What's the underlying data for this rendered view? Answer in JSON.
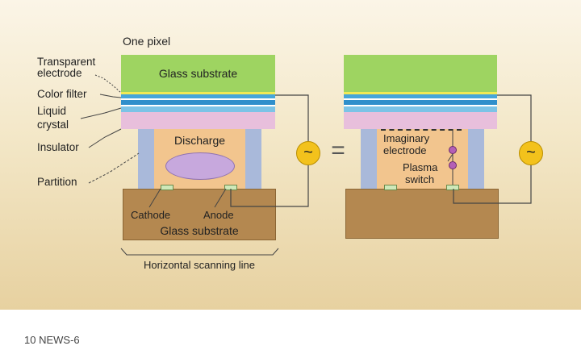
{
  "labels": {
    "one_pixel": "One pixel",
    "transparent_electrode_1": "Transparent",
    "transparent_electrode_2": "electrode",
    "color_filter": "Color filter",
    "liquid_crystal_1": "Liquid",
    "liquid_crystal_2": "crystal",
    "insulator": "Insulator",
    "partition": "Partition",
    "glass_substrate_top_left": "Glass substrate",
    "discharge": "Discharge",
    "cathode": "Cathode",
    "anode": "Anode",
    "glass_substrate_bottom": "Glass substrate",
    "horizontal_scanning_line": "Horizontal scanning line",
    "equals": "=",
    "imaginary_electrode_1": "Imaginary",
    "imaginary_electrode_2": "electrode",
    "plasma_switch_1": "Plasma",
    "plasma_switch_2": "switch",
    "ac_symbol": "~"
  },
  "footer": {
    "page": "10 NEWS-6"
  },
  "colors": {
    "glass_green": "#9ed461",
    "blue_layer": "#47a6d9",
    "liquid_crystal": "#e8bfdc",
    "partition": "#a9b9da",
    "cavity": "#f2c58e",
    "discharge": "#c7a8dd",
    "bottom_glass": "#b48850",
    "ac_source": "#f3c21c"
  }
}
